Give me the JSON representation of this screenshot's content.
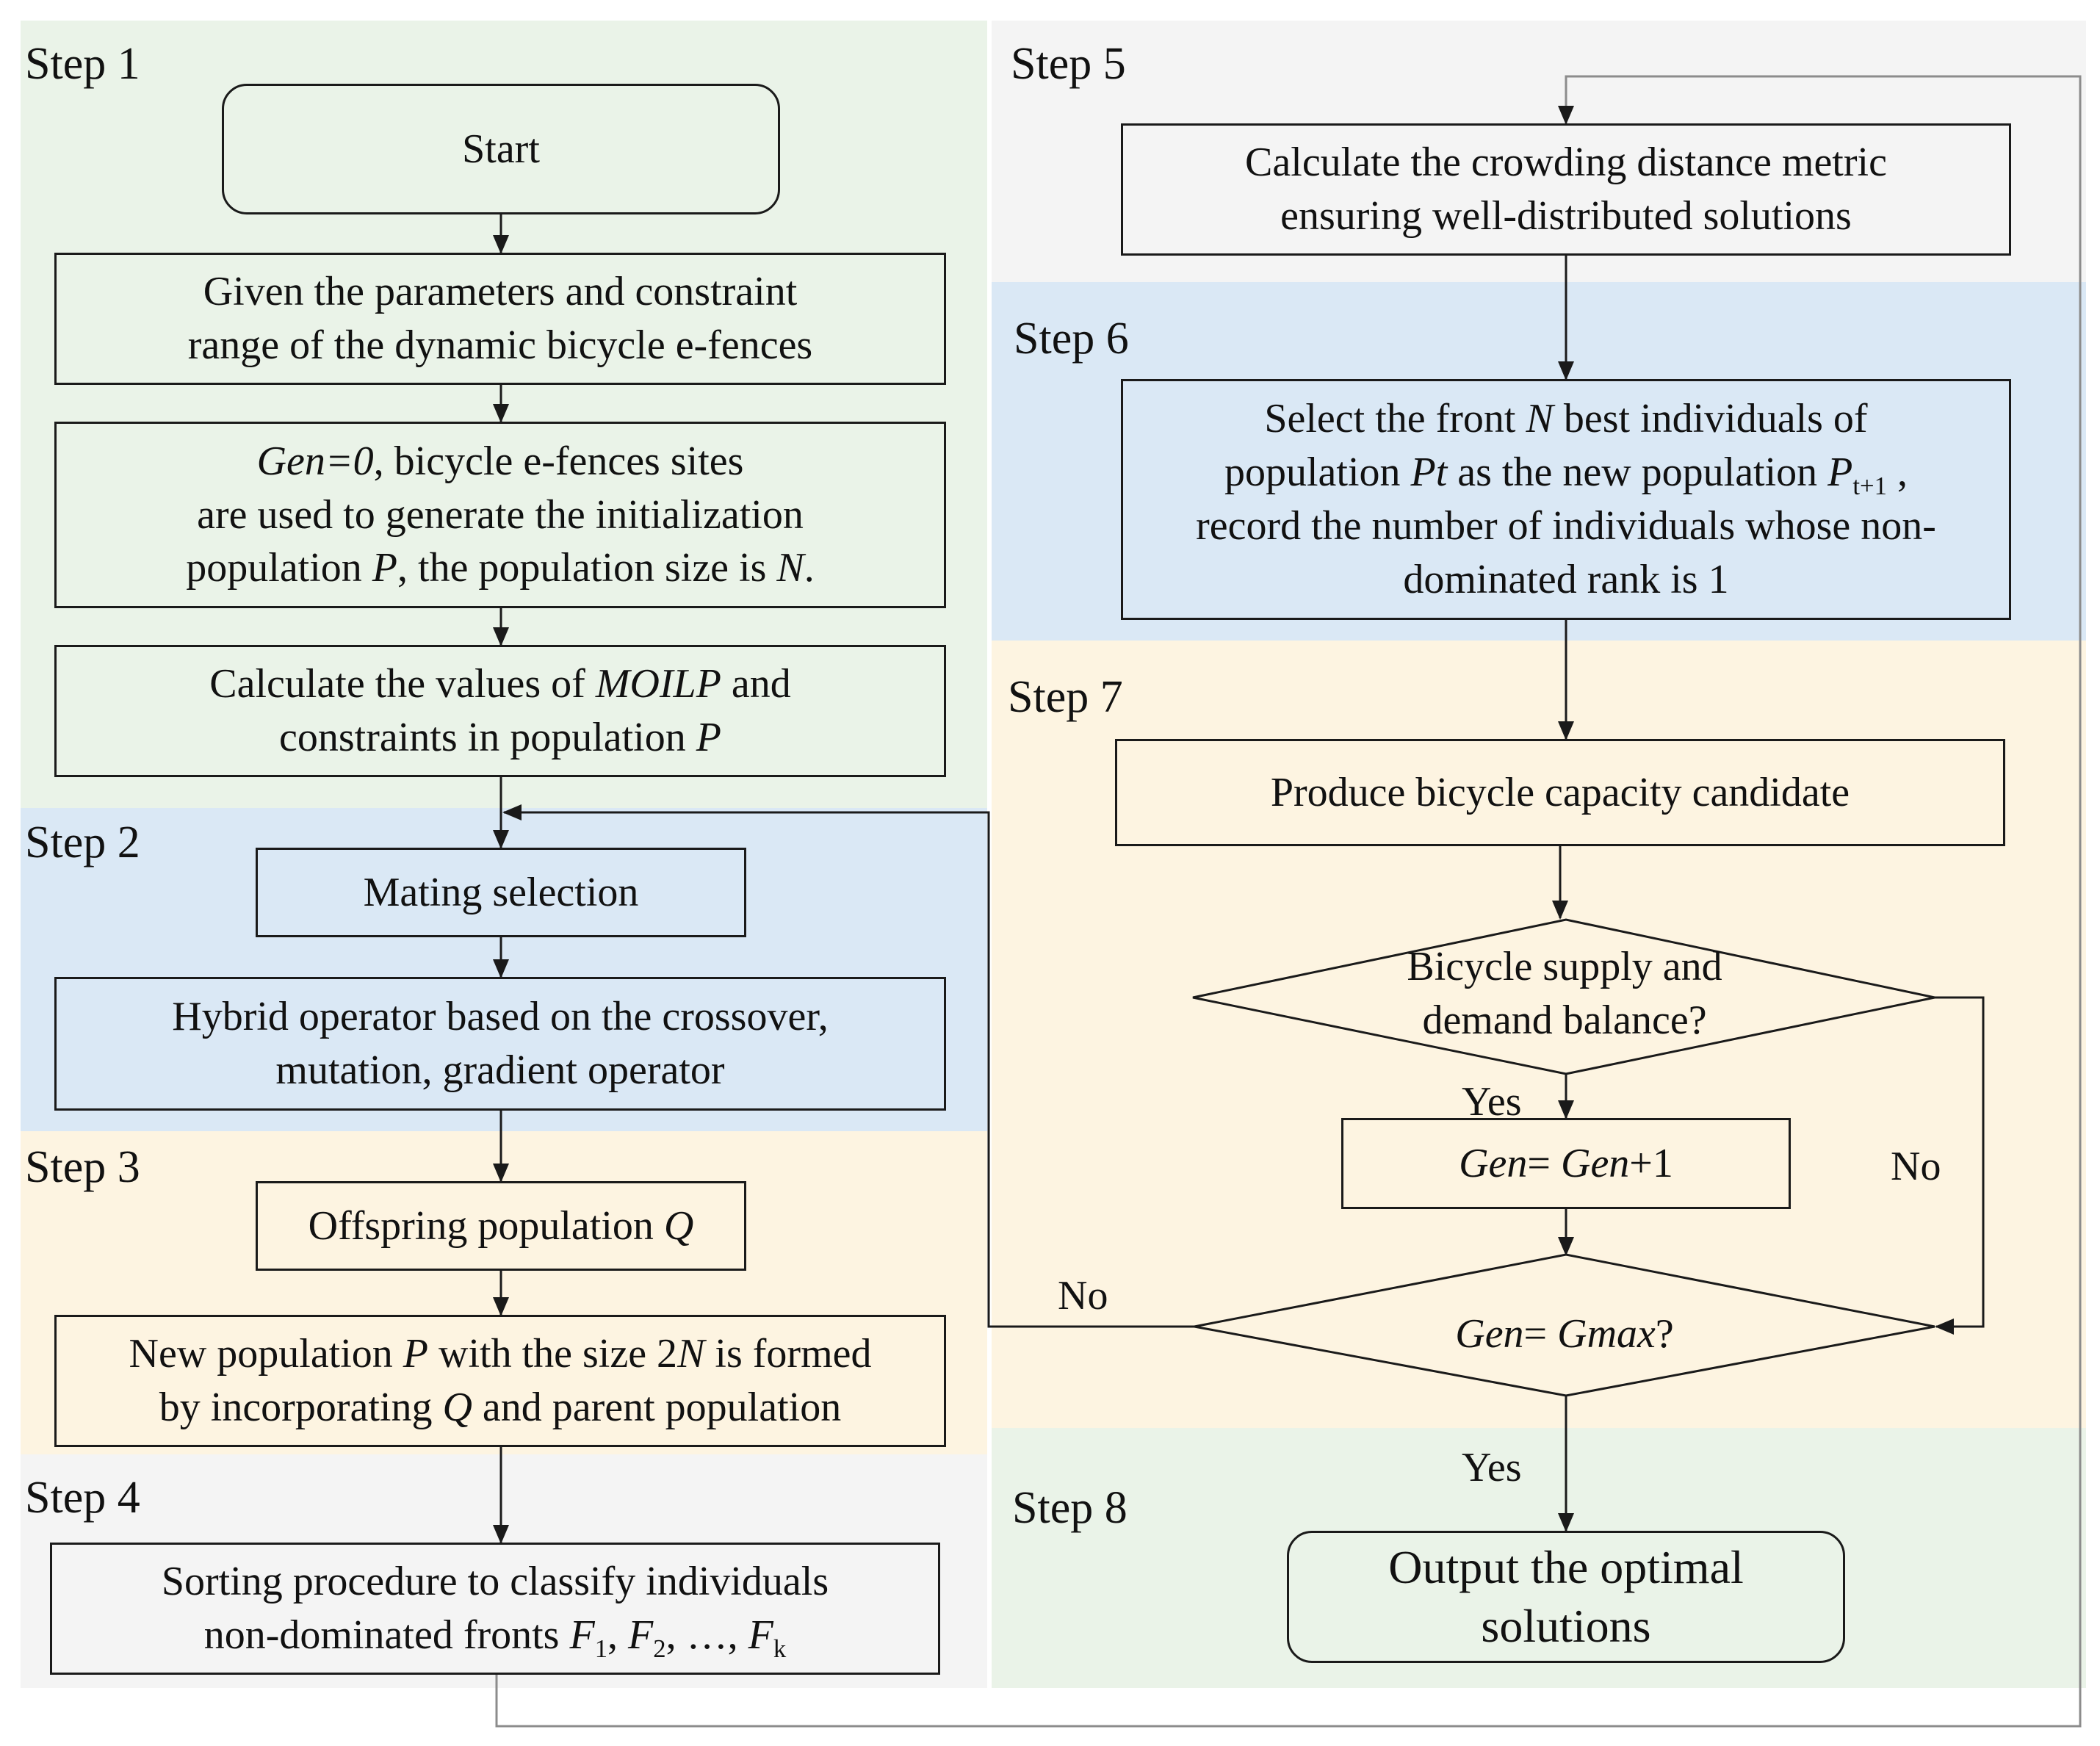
{
  "steps": {
    "s1": "Step 1",
    "s2": "Step 2",
    "s3": "Step 3",
    "s4": "Step 4",
    "s5": "Step 5",
    "s6": "Step 6",
    "s7": "Step 7",
    "s8": "Step 8"
  },
  "colors": {
    "green_bg": "#eaf3e8",
    "blue_bg": "#dae8f5",
    "yellow_bg": "#fdf4e1",
    "gray_bg": "#f4f4f4",
    "line": "#1a1a1a",
    "loop_line": "#8c8c8c"
  },
  "boxes": {
    "start": "Start",
    "params": [
      "Given the parameters and constraint",
      "range of the dynamic bicycle e-fences"
    ],
    "init": {
      "gen": "Gen=0",
      "l1_rest": ", bicycle e-fences sites",
      "l2": "are used to generate the initialization",
      "l3_a": "population ",
      "l3_p": "P",
      "l3_b": ", the population size is ",
      "l3_n": "N",
      "l3_c": "."
    },
    "calc": {
      "l1_a": "Calculate the values of ",
      "l1_moilp": "MOILP",
      "l1_b": " and",
      "l2_a": "constraints in population ",
      "l2_p": "P"
    },
    "mating": "Mating selection",
    "hybrid": [
      "Hybrid operator based on the crossover,",
      "mutation, gradient operator"
    ],
    "offspring": {
      "a": "Offspring population ",
      "q": "Q"
    },
    "newpop": {
      "l1_a": "New population ",
      "l1_p": "P",
      "l1_b": " with the size 2",
      "l1_n": "N",
      "l1_c": " is formed",
      "l2_a": "by incorporating ",
      "l2_q": "Q",
      "l2_b": " and parent population"
    },
    "sorting": {
      "l1": "Sorting procedure to classify  individuals",
      "l2_a": "non-dominated fronts ",
      "f": "F",
      "sub1": "1",
      "sub2": "2",
      "subk": "k",
      "sep": ", ",
      "ellipsis": ", …, "
    },
    "crowding": [
      "Calculate the crowding distance metric",
      "ensuring well-distributed solutions"
    ],
    "select": {
      "l1_a": "Select the front ",
      "l1_n": "N",
      "l1_b": " best individuals of",
      "l2_a": "population ",
      "l2_pt": "Pt",
      "l2_b": " as the new population ",
      "l2_p": "P",
      "l2_sub": "t+1",
      "l2_c": " ,",
      "l3": "record the number of individuals whose non-",
      "l4": "dominated rank is 1"
    },
    "produce": "Produce bicycle capacity candidate",
    "balance": [
      "Bicycle supply and",
      "demand balance?"
    ],
    "genplus": {
      "a": "Gen",
      "b": "= ",
      "c": "Gen",
      "d": "+1"
    },
    "genmax": {
      "a": "Gen",
      "b": "= ",
      "c": "Gmax",
      "d": "?"
    },
    "output": [
      "Output the optimal",
      "solutions"
    ]
  },
  "edge_labels": {
    "yes1": "Yes",
    "no_right": "No",
    "no_left": "No",
    "yes2": "Yes"
  }
}
